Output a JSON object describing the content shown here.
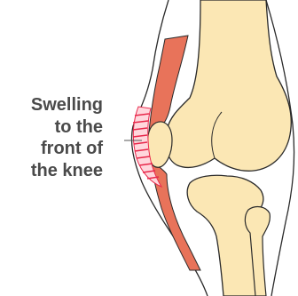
{
  "annotation": {
    "lines": [
      "Swelling",
      "to the",
      "front of",
      "the knee"
    ]
  },
  "colors": {
    "bone": "#fbe7b4",
    "outline": "#2a2a2a",
    "muscle": "#e8735a",
    "swelling": "#e8274a",
    "leader_line": "#555555"
  },
  "icons": {
    "illustration": "knee-side-view-swelling"
  }
}
